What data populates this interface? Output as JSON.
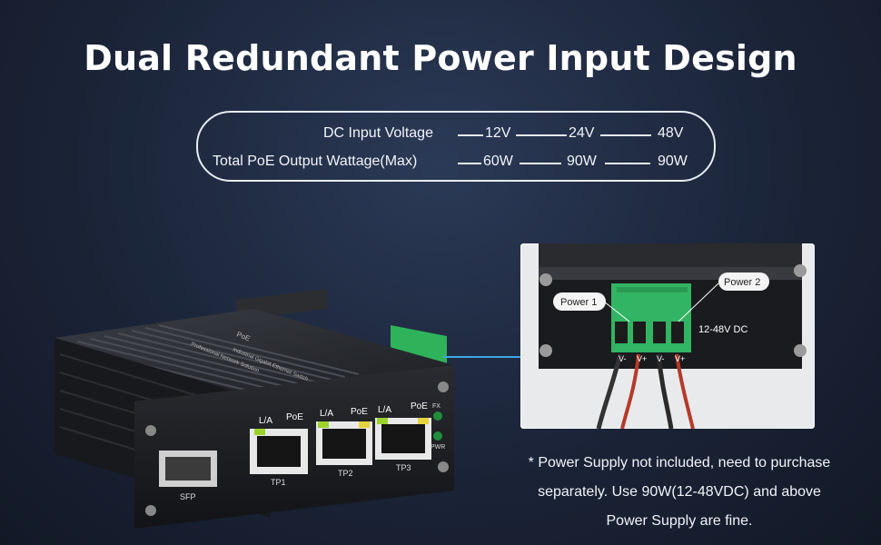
{
  "title": "Dual Redundant Power Input Design",
  "spec": {
    "voltage_label": "DC Input Voltage",
    "wattage_label": "Total PoE Output Wattage(Max)",
    "voltages": [
      "12V",
      "24V",
      "48V"
    ],
    "wattages": [
      "60W",
      "90W",
      "90W"
    ]
  },
  "device": {
    "brand": "PoE",
    "top_text_1": "Industrial Gigabit Ethernet Switch",
    "top_text_2": "Professional Network Solution",
    "ports": [
      "TP1",
      "TP2",
      "TP3"
    ],
    "port_led_left": "L/A",
    "port_led_right": "PoE",
    "sfp_label": "SFP",
    "fx_label": "FX",
    "pwr_label": "PWR"
  },
  "inset": {
    "power1": "Power 1",
    "power2": "Power 2",
    "voltage_range": "12-48V DC",
    "terminals": [
      "V-",
      "V+",
      "V-",
      "V+"
    ]
  },
  "note": {
    "line1": "* Power Supply not included, need to purchase",
    "line2": "separately. Use 90W(12-48VDC)  and above",
    "line3": "Power Supply are fine."
  }
}
